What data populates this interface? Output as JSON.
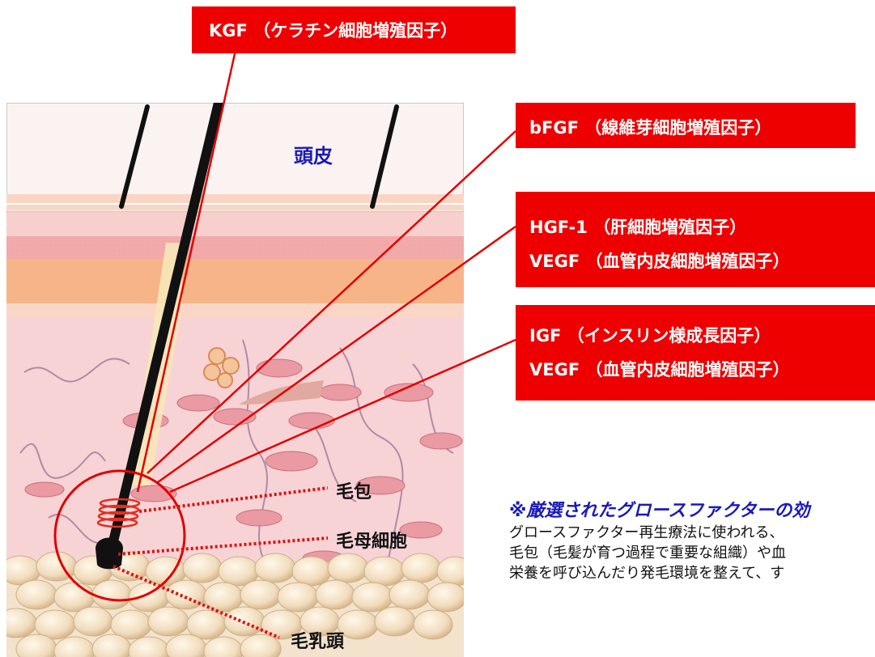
{
  "growth_factors": {
    "kgf": "KGF （ケラチン細胞増殖因子）",
    "bfgf": "bFGF （線維芽細胞増殖因子）",
    "hgf": "HGF-1 （肝細胞増殖因子）",
    "vegf_1": "VEGF （血管内皮細胞増殖因子）",
    "igf": "IGF （インスリン様成長因子）",
    "vegf_2": "VEGF （血管内皮細胞増殖因子）"
  },
  "labels": {
    "scalp": "頭皮",
    "follicle": "毛包",
    "matrix": "毛母細胞",
    "papilla": "毛乳頭"
  },
  "note": {
    "title": "※厳選されたグロースファクターの効",
    "line1": "グロースファクター再生療法に使われる、",
    "line2": "毛包（毛髪が育つ過程で重要な組織）や血",
    "line3": "栄養を呼び込んだり発毛環境を整えて、す"
  },
  "colors": {
    "box_red": "#ee0000",
    "note_blue": "#1a1ab8",
    "dotted_red": "#dd1111"
  }
}
